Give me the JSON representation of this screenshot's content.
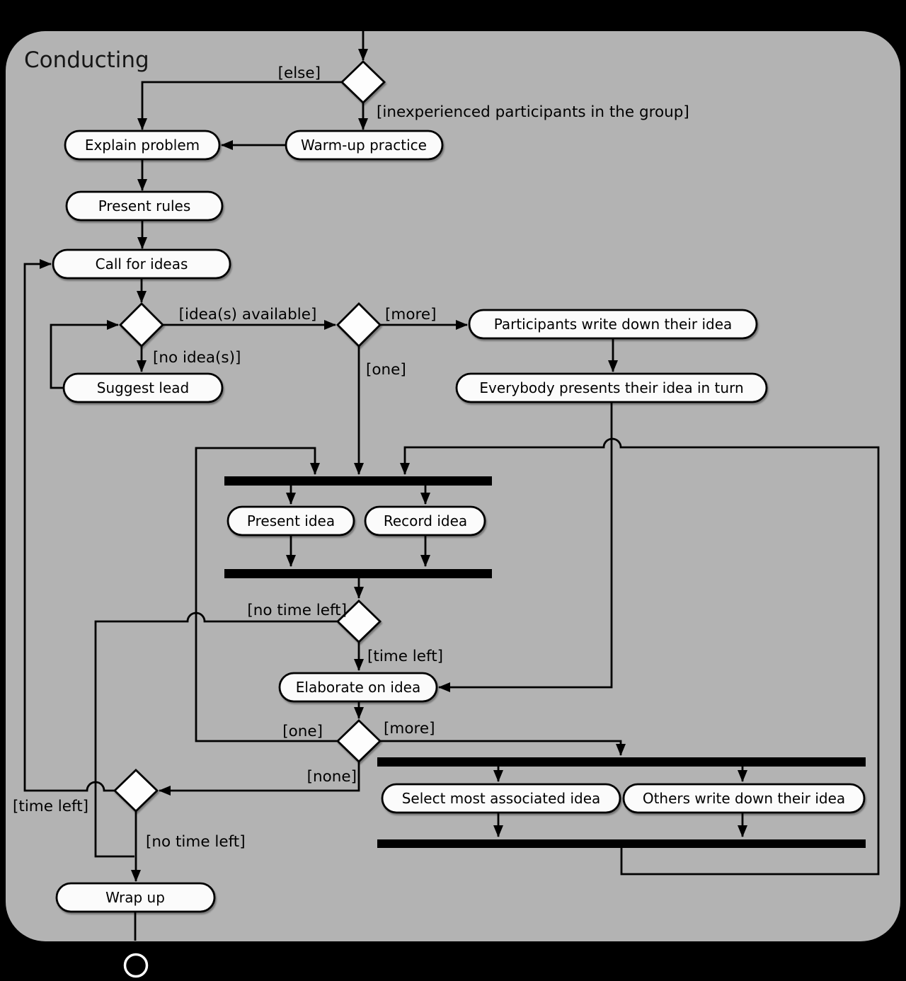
{
  "diagram": {
    "title": "Conducting",
    "type": "uml-activity-diagram",
    "activities": {
      "explain_problem": "Explain problem",
      "warm_up": "Warm-up practice",
      "present_rules": "Present rules",
      "call_for_ideas": "Call for ideas",
      "suggest_lead": "Suggest lead",
      "participants_write": "Participants write down their idea",
      "everybody_presents": "Everybody presents their idea in turn",
      "present_idea": "Present idea",
      "record_idea": "Record idea",
      "elaborate": "Elaborate on idea",
      "select_idea": "Select most associated idea",
      "others_write": "Others write down their idea",
      "wrap_up": "Wrap up"
    },
    "guards": {
      "else_branch": "[else]",
      "inexperienced": "[inexperienced participants in the group]",
      "ideas_available": "[idea(s) available]",
      "no_ideas": "[no idea(s)]",
      "more_ideas": "[more]",
      "one_idea": "[one]",
      "no_time_left": "[no time left]",
      "time_left": "[time left]",
      "one_loop": "[one]",
      "more_associations": "[more]",
      "none_association": "[none]",
      "time_left_loop": "[time left]",
      "no_time_left_end": "[no time left]"
    },
    "colors": {
      "canvas": "#000000",
      "frame": "#b3b3b3",
      "node_fill": "#fbfbfb",
      "stroke": "#000000",
      "final_ring": "#ffffff"
    }
  }
}
